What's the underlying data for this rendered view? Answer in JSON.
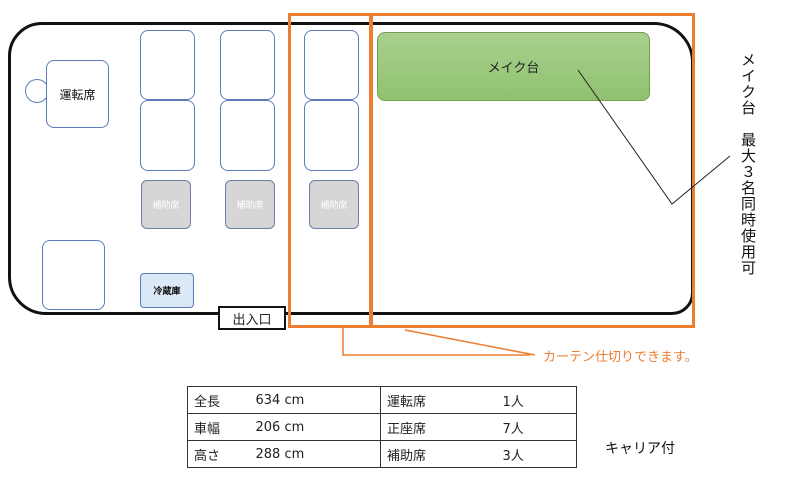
{
  "diagram": {
    "driver_seat_label": "運転席",
    "aux_seat_label": "補助席",
    "fridge_label": "冷蔵庫",
    "makeup_table_label": "メイク台",
    "entrance_label": "出入口",
    "curtain_note": "カーテン仕切りできます。",
    "makeup_capacity_note": "メイク台　最大３名同時使用可"
  },
  "specs": {
    "rows": [
      {
        "label": "全長",
        "value": "634 cm",
        "label2": "運転席",
        "value2": "1人"
      },
      {
        "label": "車幅",
        "value": "206 cm",
        "label2": "正座席",
        "value2": "7人"
      },
      {
        "label": "高さ",
        "value": "288 cm",
        "label2": "補助席",
        "value2": "3人"
      }
    ]
  },
  "carrier_note": "キャリア付",
  "colors": {
    "orange": "#ed7d31",
    "green": "#a9d18e",
    "seat_border": "#5b7bbd",
    "aux_seat_fill": "#d6d6d6",
    "fridge_fill": "#dbe8f7"
  }
}
